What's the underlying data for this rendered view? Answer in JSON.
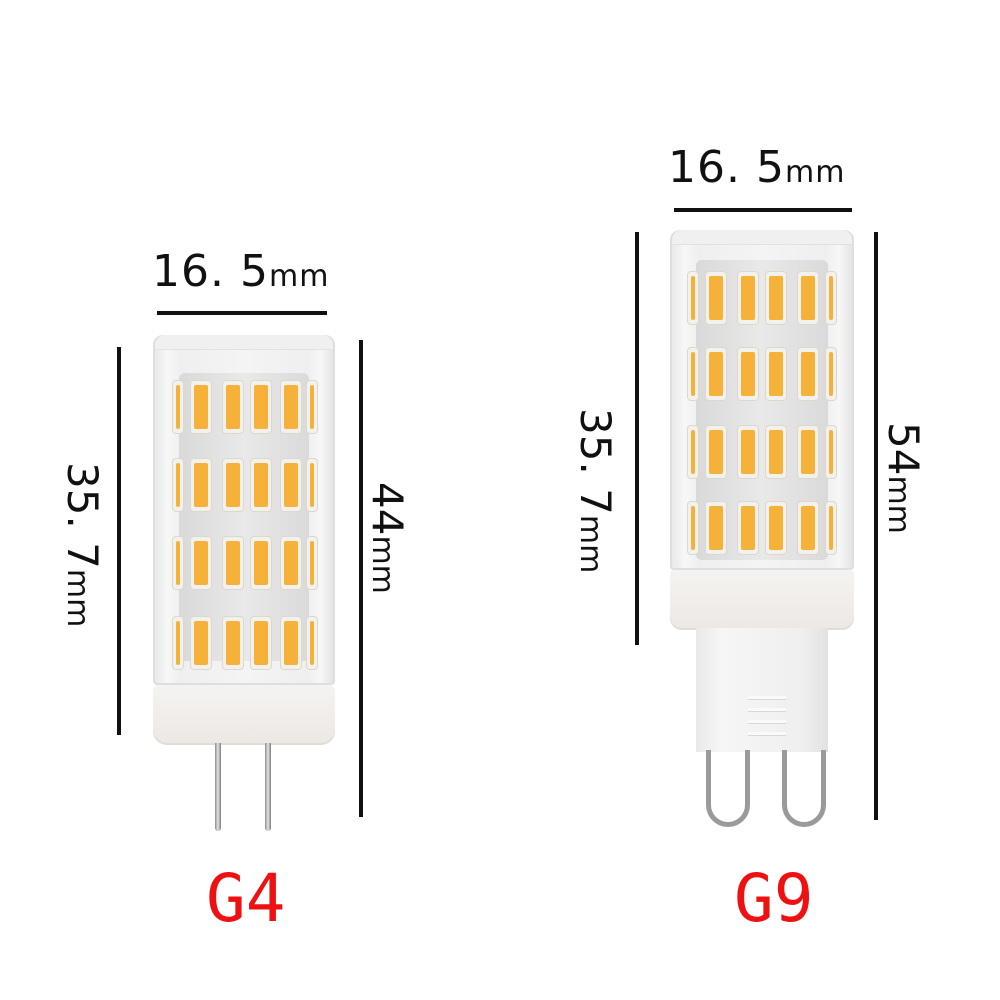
{
  "bulbs": [
    {
      "type": "G4",
      "width_label": "16. 5",
      "width_unit": "mm",
      "shell_height_label": "35. 7",
      "shell_height_unit": "mm",
      "total_height_label": "44",
      "total_height_unit": "mm",
      "led_rows": 4,
      "leds_per_row": 6,
      "pin_style": "straight bi-pin"
    },
    {
      "type": "G9",
      "width_label": "16. 5",
      "width_unit": "mm",
      "shell_height_label": "35. 7",
      "shell_height_unit": "mm",
      "total_height_label": "54",
      "total_height_unit": "mm",
      "led_rows": 4,
      "leds_per_row": 6,
      "pin_style": "looped bi-pin"
    }
  ],
  "colors": {
    "type_label": "#ee1111",
    "led": "#f6b13a",
    "dimension_line": "#111111",
    "background": "#ffffff"
  }
}
